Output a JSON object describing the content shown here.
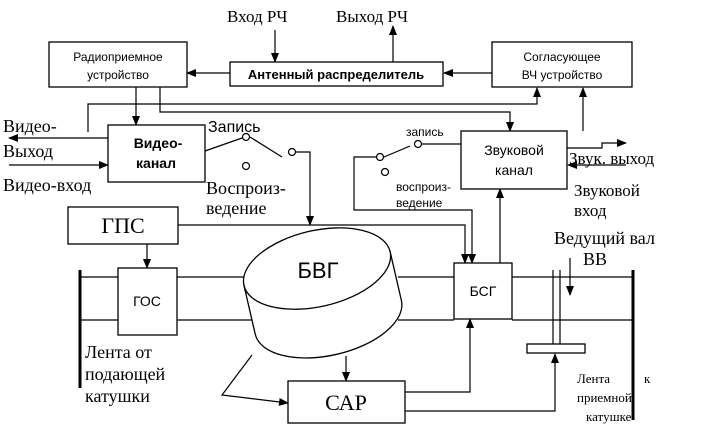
{
  "labels": {
    "rf_in": "Вход РЧ",
    "rf_out": "Выход РЧ",
    "radio_receiver": [
      "Радиоприемное",
      "устройство"
    ],
    "antenna_distributor": "Антенный распределитель",
    "matching_rf": [
      "Согласующее",
      "ВЧ устройство"
    ],
    "video_output": [
      "Видео-",
      "Выход"
    ],
    "video_input": "Видео-вход",
    "video_channel": [
      "Видео-",
      "канал"
    ],
    "record_video": "Запись",
    "playback_video": [
      "Воспроиз-",
      "ведение"
    ],
    "record_audio": "запись",
    "playback_audio": [
      "воспроиз-",
      "ведение"
    ],
    "audio_channel": [
      "Звуковой",
      "канал"
    ],
    "audio_out": "Звук. выход",
    "audio_in": [
      "Звуковой",
      "вход"
    ],
    "gps": "ГПС",
    "gos": "ГОС",
    "bvg": "БВГ",
    "bsg": "БСГ",
    "sar": "САР",
    "capstan": [
      "Ведущий вал",
      "ВВ"
    ],
    "tape_from": [
      "Лента от",
      "подающей",
      "катушки"
    ],
    "tape_to": [
      "Лента",
      "приемной",
      "катушке"
    ],
    "tape_to_prefix": "к"
  }
}
